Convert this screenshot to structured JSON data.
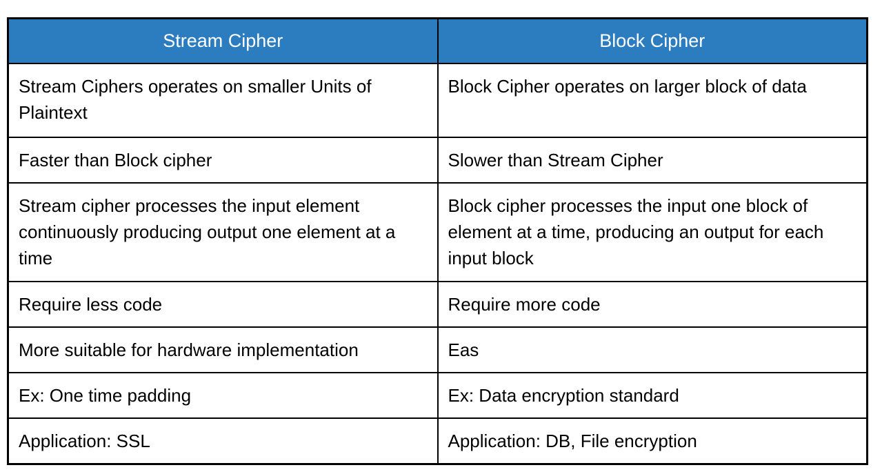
{
  "colors": {
    "header_bg": "#2C7CC0",
    "header_text": "#FFFFFF",
    "border": "#000000",
    "body_text": "#000000"
  },
  "table": {
    "headers": [
      {
        "label": "Stream Cipher"
      },
      {
        "label": "Block Cipher"
      }
    ],
    "rows": [
      {
        "left": "Stream Ciphers operates on smaller Units of Plaintext",
        "right": "Block Cipher operates on larger block of data"
      },
      {
        "left": "Faster than Block cipher",
        "right": "Slower than Stream Cipher"
      },
      {
        "left": "Stream cipher processes the input element continuously producing output one element at a time",
        "right": "Block cipher processes the input one block of element at a time, producing an output for each input block"
      },
      {
        "left": "Require less code",
        "right": "Require more code"
      },
      {
        "left": "More suitable for hardware implementation",
        "right": "Eas"
      },
      {
        "left": "Ex: One time padding",
        "right": "Ex: Data encryption standard"
      },
      {
        "left": "Application: SSL",
        "right": "Application: DB, File encryption"
      }
    ]
  }
}
